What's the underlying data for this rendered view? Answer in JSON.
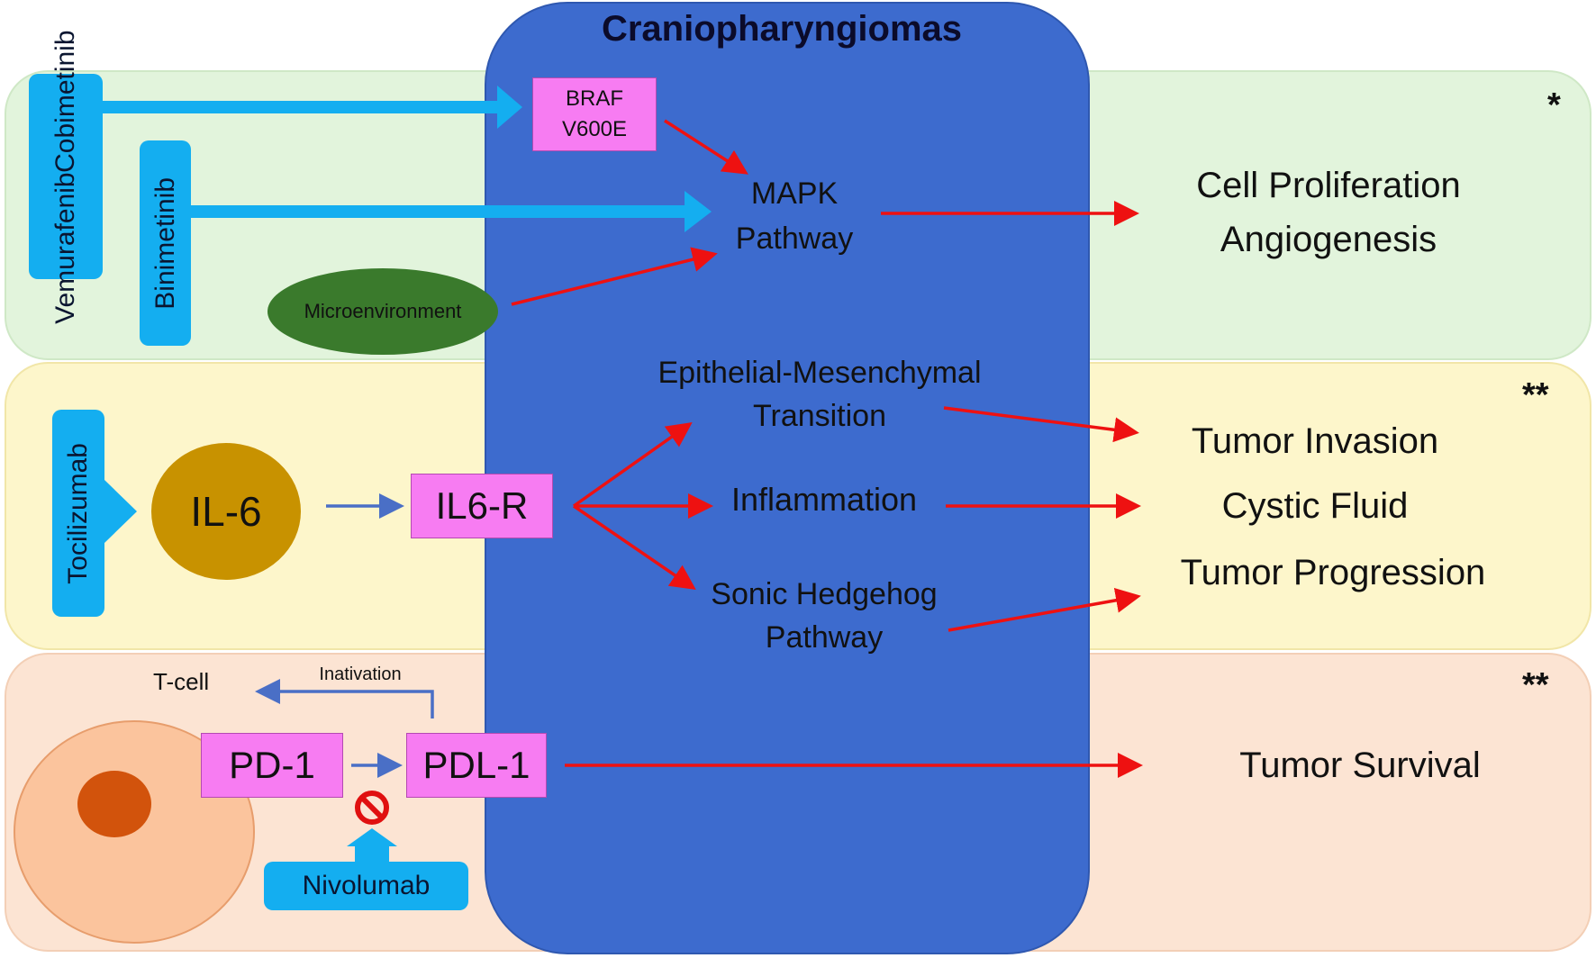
{
  "title": "Craniopharyngiomas",
  "colors": {
    "tumor": "#3d6bce",
    "drug": "#14aef0",
    "target": "#f77cf2",
    "arrow_red": "#ee1111",
    "arrow_blue": "#4a6fc6"
  },
  "drugs": {
    "vemurafenib": "Vemurafenib",
    "cobimetinib": "Cobimetinib",
    "binimetinib": "Binimetinib",
    "tocilizumab": "Tocilizumab",
    "nivolumab": "Nivolumab"
  },
  "targets": {
    "braf_line1": "BRAF",
    "braf_line2": "V600E",
    "il6": "IL-6",
    "il6r": "IL6-R",
    "pd1": "PD-1",
    "pdl1": "PDL-1"
  },
  "pathways": {
    "mapk_line1": "MAPK",
    "mapk_line2": "Pathway",
    "microenvironment": "Microenvironment",
    "emt_line1": "Epithelial-Mesenchymal",
    "emt_line2": "Transition",
    "inflammation": "Inflammation",
    "shh_line1": "Sonic Hedgehog",
    "shh_line2": "Pathway"
  },
  "tcell": {
    "label": "T-cell",
    "inactivation": "Inativation"
  },
  "outcomes": {
    "cell_proliferation": "Cell Proliferation",
    "angiogenesis": "Angiogenesis",
    "tumor_invasion": "Tumor Invasion",
    "cystic_fluid": "Cystic Fluid",
    "tumor_progression": "Tumor Progression",
    "tumor_survival": "Tumor Survival"
  },
  "stars": {
    "green": "*",
    "yellow": "**",
    "peach": "**"
  },
  "icons": {
    "inhibition": "no-entry-icon"
  }
}
